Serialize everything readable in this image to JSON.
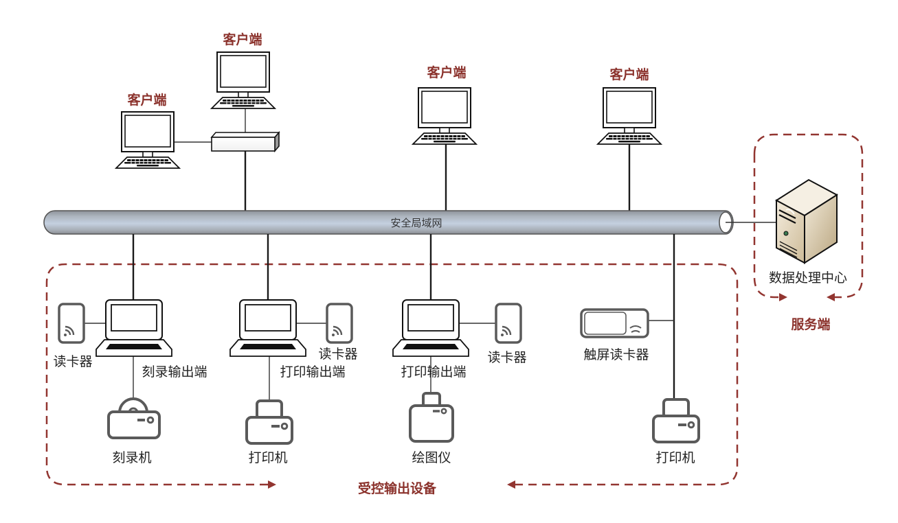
{
  "network": {
    "lan_label": "安全局域网"
  },
  "clients": {
    "label": "客户端",
    "items": [
      {
        "label": "客户端"
      },
      {
        "label": "客户端"
      },
      {
        "label": "客户端"
      },
      {
        "label": "客户端"
      }
    ]
  },
  "server": {
    "device_label": "数据处理中心",
    "group_label": "服务端"
  },
  "controlled_devices": {
    "group_label": "受控输出设备",
    "terminals": [
      {
        "label": "刻录输出端",
        "reader_label": "读卡器",
        "output_label": "刻录机"
      },
      {
        "label": "打印输出端",
        "reader_label": "读卡器",
        "output_label": "打印机"
      },
      {
        "label": "打印输出端",
        "reader_label": "读卡器",
        "output_label": "绘图仪"
      }
    ],
    "touch_reader_label": "触屏读卡器",
    "network_printer_label": "打印机"
  },
  "colors": {
    "accent_red": "#8b322c",
    "dash_red": "#923530",
    "device_gray": "#5a5a5a"
  }
}
